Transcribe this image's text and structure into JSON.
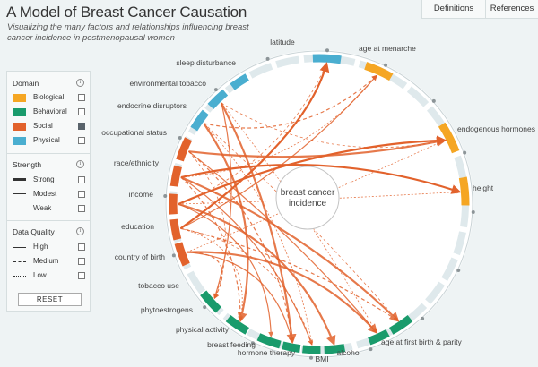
{
  "title": "A Model of Breast Cancer Causation",
  "subtitle": "Visualizing the many factors and relationships influencing breast cancer incidence in postmenopausal women",
  "nav": {
    "definitions": "Definitions",
    "references": "References"
  },
  "colors": {
    "biological": "#f5a623",
    "behavioral": "#1a9b6c",
    "social": "#e2622c",
    "physical": "#4aaed0",
    "empty": "#dfe9ec"
  },
  "filters": {
    "domain": {
      "label": "Domain",
      "items": [
        {
          "label": "Biological",
          "color": "#f5a623",
          "checked": false
        },
        {
          "label": "Behavioral",
          "color": "#1a9b6c",
          "checked": false
        },
        {
          "label": "Social",
          "color": "#e2622c",
          "checked": true
        },
        {
          "label": "Physical",
          "color": "#4aaed0",
          "checked": false
        }
      ]
    },
    "strength": {
      "label": "Strength",
      "items": [
        {
          "label": "Strong"
        },
        {
          "label": "Modest"
        },
        {
          "label": "Weak"
        }
      ]
    },
    "quality": {
      "label": "Data Quality",
      "items": [
        {
          "label": "High"
        },
        {
          "label": "Medium"
        },
        {
          "label": "Low"
        }
      ]
    },
    "reset": "RESET"
  },
  "center": {
    "line1": "breast cancer",
    "line2": "incidence"
  },
  "factors": [
    {
      "label": "latitude",
      "domain": "physical"
    },
    {
      "label": "age at menarche",
      "domain": "biological"
    },
    {
      "label": "endogenous hormones",
      "domain": "biological"
    },
    {
      "label": "height",
      "domain": "biological"
    },
    {
      "label": "age at first birth & parity",
      "domain": "behavioral"
    },
    {
      "label": "alcohol",
      "domain": "behavioral"
    },
    {
      "label": "BMI",
      "domain": "behavioral"
    },
    {
      "label": "hormone therapy",
      "domain": "behavioral"
    },
    {
      "label": "breast feeding",
      "domain": "behavioral"
    },
    {
      "label": "physical activity",
      "domain": "behavioral"
    },
    {
      "label": "phytoestrogens",
      "domain": "behavioral"
    },
    {
      "label": "tobacco use",
      "domain": "behavioral"
    },
    {
      "label": "country of birth",
      "domain": "social"
    },
    {
      "label": "education",
      "domain": "social"
    },
    {
      "label": "income",
      "domain": "social"
    },
    {
      "label": "race/ethnicity",
      "domain": "social"
    },
    {
      "label": "occupational status",
      "domain": "social"
    },
    {
      "label": "endocrine disruptors",
      "domain": "physical"
    },
    {
      "label": "environmental tobacco",
      "domain": "physical"
    },
    {
      "label": "sleep disturbance",
      "domain": "physical"
    }
  ]
}
